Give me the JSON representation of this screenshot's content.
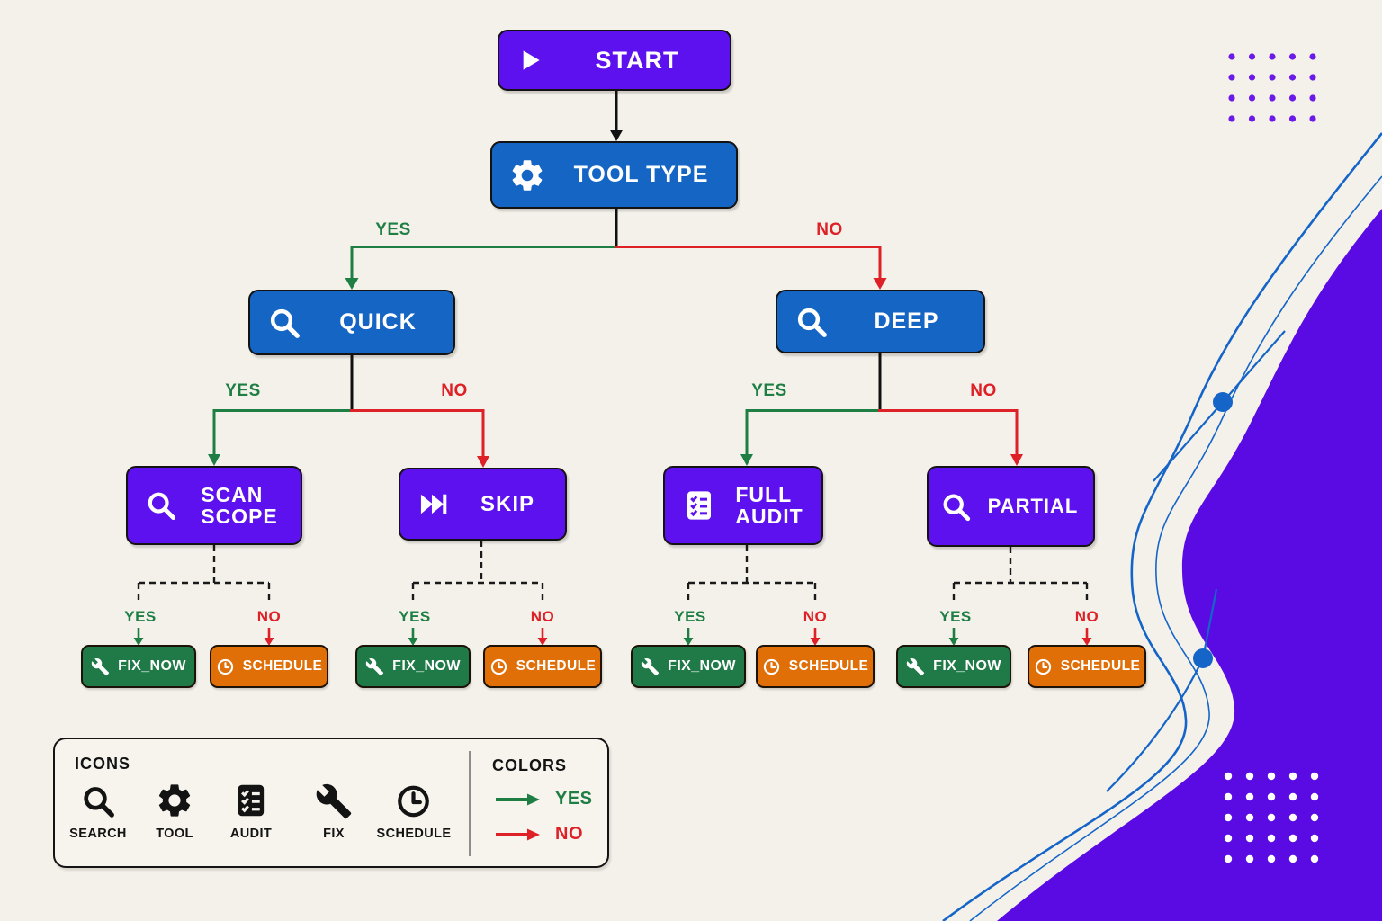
{
  "labels": {
    "yes": "YES",
    "no": "NO"
  },
  "nodes": {
    "start": {
      "label": "START",
      "icon": "play-icon"
    },
    "tool_type": {
      "label": "TOOL TYPE",
      "icon": "gear-icon"
    },
    "quick": {
      "label": "QUICK",
      "icon": "search-icon"
    },
    "deep": {
      "label": "DEEP",
      "icon": "search-icon"
    },
    "scan_scope": {
      "label": "SCAN SCOPE",
      "icon": "search-icon"
    },
    "skip": {
      "label": "SKIP",
      "icon": "skip-forward-icon"
    },
    "full_audit": {
      "label": "FULL AUDIT",
      "icon": "audit-checklist-icon"
    },
    "partial": {
      "label": "PARTIAL",
      "icon": "search-icon"
    },
    "fix_now": {
      "label": "FIX_NOW",
      "icon": "wrench-icon"
    },
    "schedule": {
      "label": "SCHEDULE",
      "icon": "clock-icon"
    }
  },
  "legend": {
    "icons_title": "ICONS",
    "items": [
      {
        "name": "search-icon",
        "label": "SEARCH"
      },
      {
        "name": "gear-icon",
        "label": "TOOL"
      },
      {
        "name": "audit-checklist-icon",
        "label": "AUDIT"
      },
      {
        "name": "wrench-icon",
        "label": "FIX"
      },
      {
        "name": "clock-icon",
        "label": "SCHEDULE"
      }
    ],
    "colors_title": "COLORS",
    "yes_label": "YES",
    "no_label": "NO"
  },
  "colors": {
    "node_purple": "#5D11EE",
    "node_blue": "#1565C4",
    "leaf_green": "#1F7A47",
    "leaf_orange": "#E06F08",
    "yes_green": "#1E7E43",
    "no_red": "#DE2027",
    "blob_purple": "#5A0BE3",
    "line_blue": "#1565C8",
    "background": "#F4F1EB"
  }
}
